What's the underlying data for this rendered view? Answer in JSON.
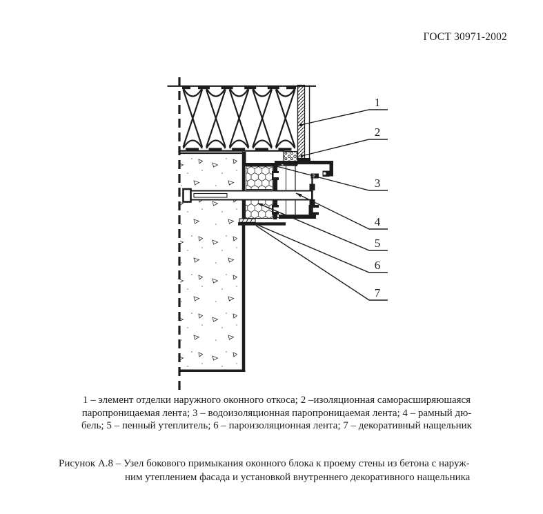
{
  "header": {
    "doc_code": "ГОСТ 30971-2002"
  },
  "diagram": {
    "callout_labels": [
      "1",
      "2",
      "3",
      "4",
      "5",
      "6",
      "7"
    ]
  },
  "legend": {
    "lines": [
      "1 – элемент отделки наружного оконного откоса; 2 –изоляционная саморасширяюшаяся",
      "паропроницаемая лента; 3 – водоизоляционная паропроницаемая лента; 4 – рамный дю-",
      "бель; 5 – пенный утеплитель; 6 – пароизоляционная лента; 7 – декоративный нащельник"
    ]
  },
  "caption": {
    "lines": [
      "Рисунок А.8 – Узел бокового примыкания оконного блока к  проему стены из бетона с наруж-",
      "ним утеплением фасада  и установкой внутреннего декоративного нащельника"
    ]
  },
  "colors": {
    "ink": "#1c1c1c",
    "background": "#ffffff"
  }
}
